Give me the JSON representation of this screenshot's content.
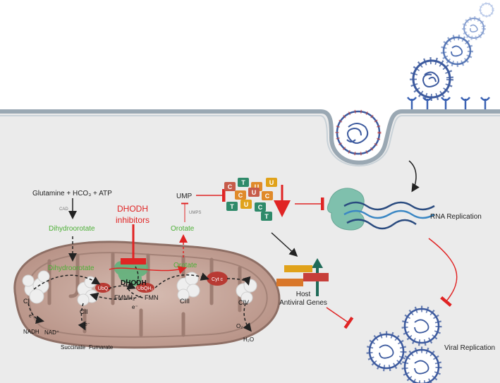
{
  "pathway": {
    "substrates": "Glutamine + HCO₃ + ATP",
    "cad": "CAD",
    "dihydroorotate_cytosol": "Dihydroorotate",
    "dihydroorotate_mito": "Dihydroorotate",
    "orotate_mito": "Orotate",
    "orotate_cytosol": "Orotate",
    "umps": "UMPS",
    "ump": "UMP",
    "inhibitor_line1": "DHODH",
    "inhibitor_line2": "inhibitors"
  },
  "mitochondria": {
    "dhodh": "DHODH",
    "fmnh2": "FMNH₂",
    "fmn": "FMN",
    "e1": "e⁻",
    "ubq": "UbQ",
    "ubqh2": "UbQH₂",
    "cyt_c": "Cyt c",
    "ci": "CI",
    "cii": "CII",
    "ciii": "CIII",
    "civ": "CIV",
    "nadh": "NADH",
    "nad": "NAD⁺",
    "e_ci": "e⁻",
    "e_cii": "e⁻",
    "succinate": "Succinate",
    "fumarate": "Fumarate",
    "o2": "O₂",
    "h2o": "H₂O"
  },
  "nucleotides": {
    "blocks": [
      "C",
      "T",
      "U",
      "U",
      "C",
      "U",
      "C",
      "T",
      "U",
      "C",
      "T"
    ]
  },
  "labels": {
    "host_line1": "Host",
    "host_line2": "Antiviral Genes",
    "rna_replication": "RNA Replication",
    "viral_replication": "Viral Replication"
  },
  "colors": {
    "inhibit_red": "#e02424",
    "pathway_green": "#4caf35",
    "membrane": "#9aa8b3",
    "cell_bg": "#ebebeb",
    "virus_blue": "#3c5a9e",
    "mito_body": "#c8a89c",
    "complex_red": "#b83a33",
    "dhodh_green": "#5bb37a"
  }
}
